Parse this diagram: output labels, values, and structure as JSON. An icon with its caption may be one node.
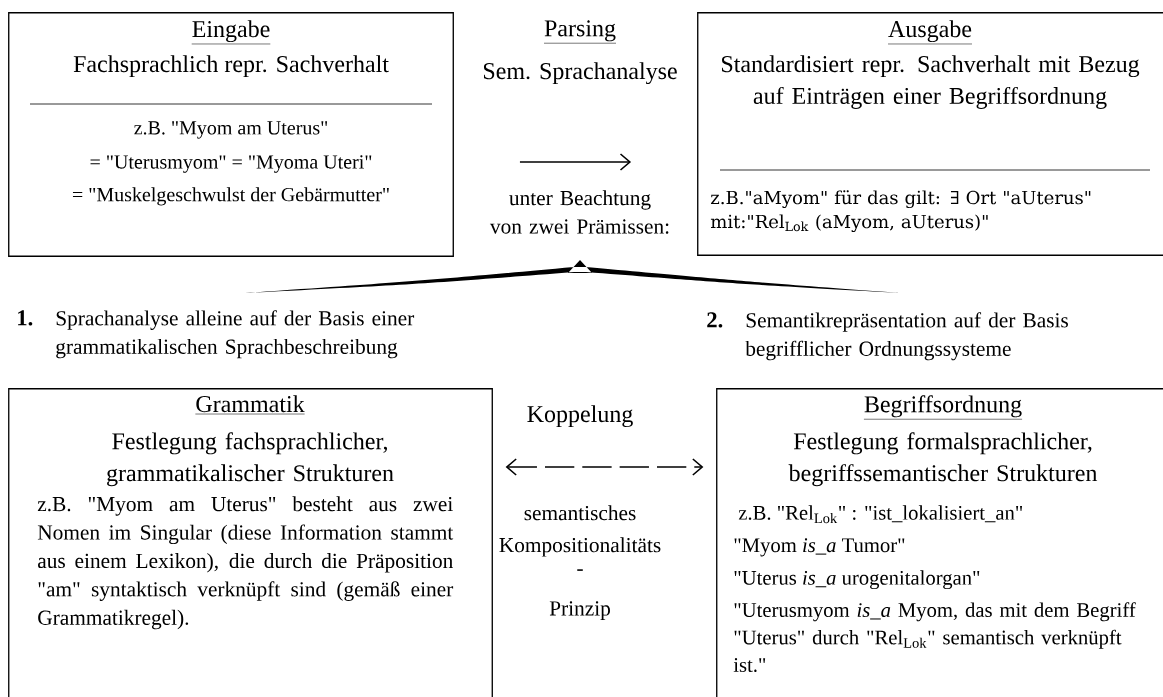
{
  "diagram": {
    "nodes": [
      {
        "text": [
          "Eingabe",
          "Fachsprachlich repr. Sachverhalt",
          "z.B. \"Myom am Uterus\"",
          "= \"Uterusmyom\" = \"Myoma Uteri\"",
          "= \"Muskelgeschwulst der Gebärmutter\""
        ]
      },
      {
        "text": [
          "Ausgabe",
          "Standardisiert repr. Sachverhalt mit Bezug auf Einträgen einer Begriffsordnung",
          "z.B.\"aMyom\" für das gilt: ∃ Ort \"aUterus\" mit:\"Rel$_{Lok}$ (aMyom, aUterus)\""
        ]
      },
      {
        "text": [
          "Grammatik",
          "Festlegung fachsprachlicher, grammatikalischer Strukturen",
          "z.B. \"Myom am Uterus\" besteht aus zwei Nomen im Singular (diese Information stammt aus einem Lexikon), die durch die Präposition \"am\" syntaktisch verknüpft sind (gemäß einer Grammatikregel)."
        ]
      },
      {
        "text": [
          "Begriffsordnung",
          "Festlegung formalsprachlicher, begriffssemantischer Strukturen",
          "z.B. \"Rel$_{Lok}$\" : \"ist_lokalisiert_an\"",
          "\"Myom *is_a* Tumor\"",
          "\"Uterus *is_a* urogenitalorgan\"",
          "\"Uterusmyom *is_a* Myom, das mit dem Begriff \"Uterus\" durch \"Rel$_{Lok}$\" semantisch verknüpft ist.\""
        ]
      }
    ],
    "edges": [
      {
        "from": 0,
        "to": 1,
        "arrow": "to"
      },
      {
        "from": 2,
        "to": 3,
        "arrow": "both",
        "style": "dashed"
      }
    ],
    "labels": [
      "Parsing",
      "Sem. Sprachanalyse",
      "unter Beachtung von zwei Prämissen:",
      "1.",
      "Sprachanalyse alleine auf der Basis einer grammatikalischen Sprachbeschreibung",
      "2.",
      "Semantikrepräsentation auf der Basis begrifflicher Ordnungssysteme",
      "Koppelung",
      "semantisches",
      "Kompositionalitäts",
      "-",
      "Prinzip"
    ]
  }
}
